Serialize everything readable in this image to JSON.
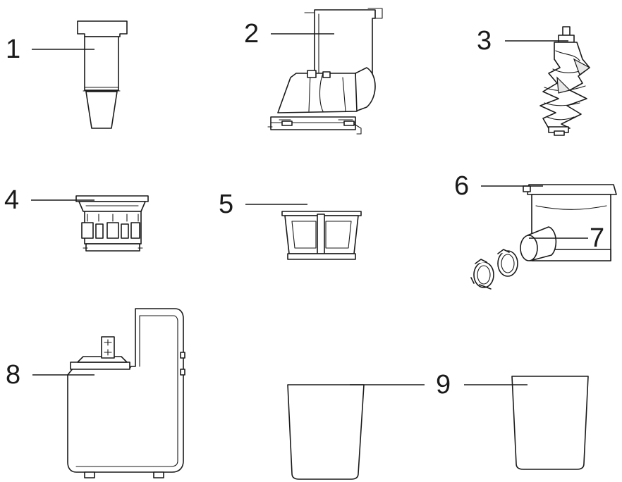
{
  "labels": {
    "p1": "1",
    "p2": "2",
    "p3": "3",
    "p4": "4",
    "p5": "5",
    "p6": "6",
    "p7": "7",
    "p8": "8",
    "p9": "9"
  },
  "colors": {
    "line": "#1a1a1a",
    "background": "#ffffff"
  }
}
